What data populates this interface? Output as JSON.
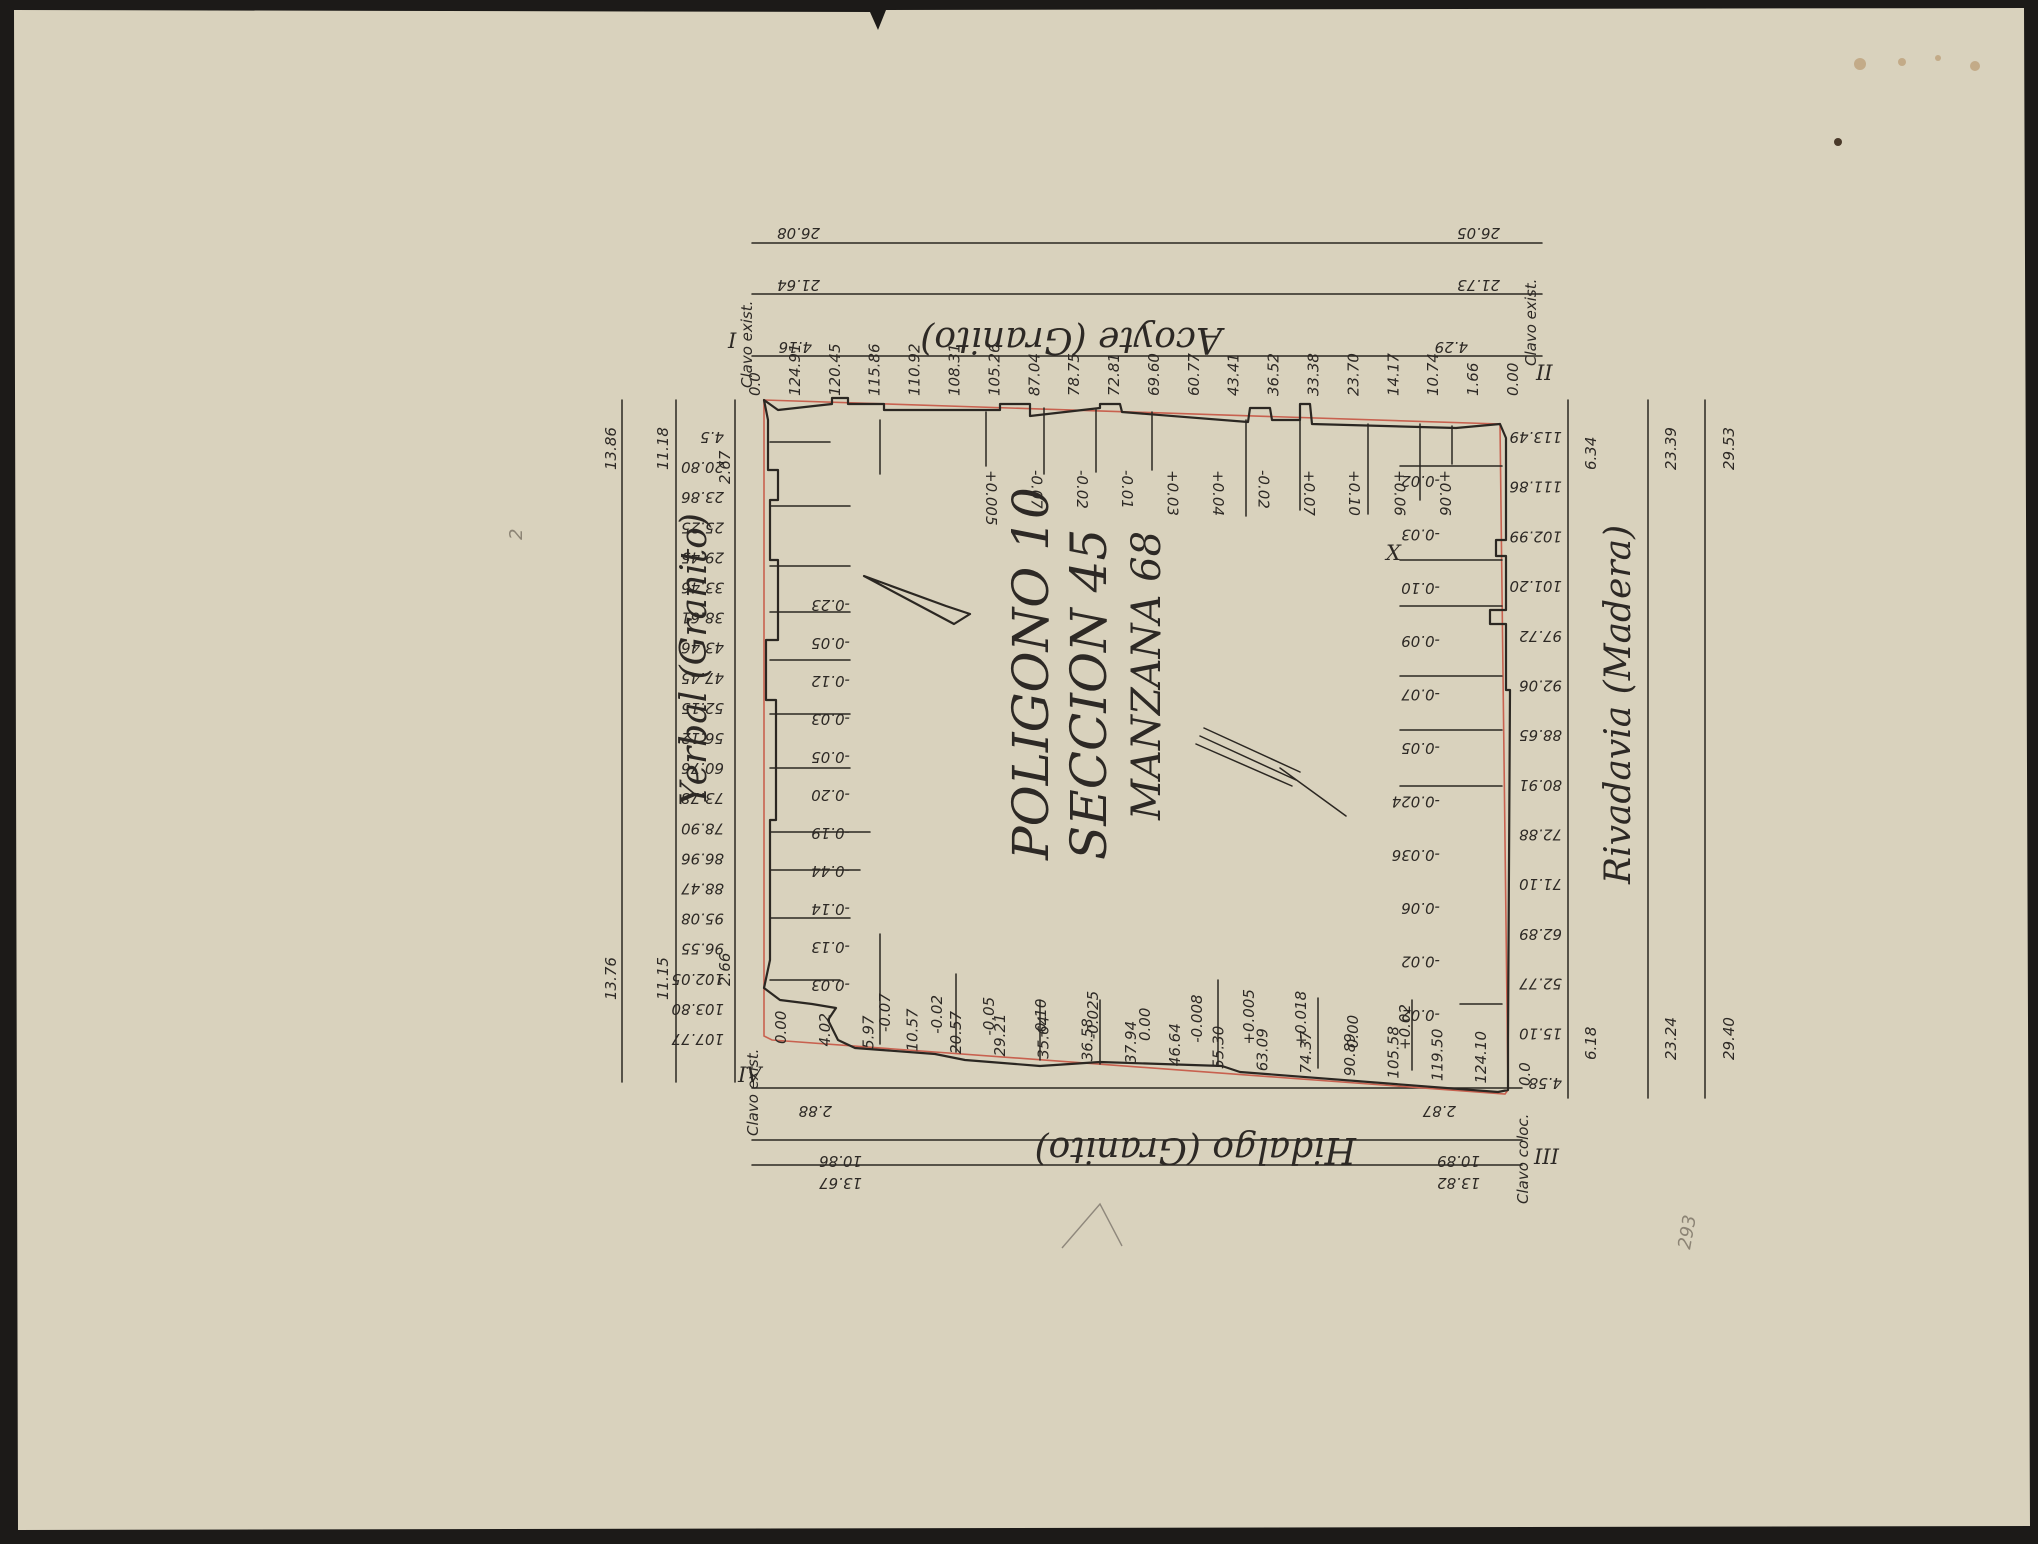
{
  "block": {
    "poligono": "POLIGONO 10",
    "seccion": "SECCION 45",
    "manzana": "MANZANA 68"
  },
  "streets": {
    "acoyte": "Acoyte (Granito)",
    "yerbal": "Yerbal (Granito)",
    "rivadavia": "Rivadavia (Madera)",
    "hidalgo": "Hidalgo (Granito)"
  },
  "corners": {
    "c1": {
      "roman": "I",
      "note": "Clavo exist."
    },
    "c2": {
      "roman": "II",
      "note": "Clavo exist."
    },
    "c3": {
      "roman": "III",
      "note": "Clavo coloc."
    },
    "c4": {
      "roman": "IV",
      "note": "Clavo exist."
    }
  },
  "widths": {
    "acoyte": [
      "26.08",
      "21.64",
      "26.05",
      "21.73",
      "4.16",
      "4.29"
    ],
    "yerbal": [
      "13.86",
      "11.18",
      "2.67",
      "13.76",
      "11.15",
      "2.66"
    ],
    "rivadavia": [
      "6.34",
      "23.39",
      "29.53",
      "6.18",
      "23.24",
      "29.40"
    ],
    "hidalgo": [
      "2.88",
      "10.86",
      "13.67",
      "2.87",
      "10.89",
      "13.82"
    ]
  },
  "measures": {
    "acoyte": [
      "0.0",
      "124.91",
      "120.45",
      "115.86",
      "110.92",
      "108.31",
      "105.26",
      "87.04",
      "78.75",
      "72.81",
      "69.60",
      "60.77",
      "43.41",
      "36.52",
      "33.38",
      "23.70",
      "14.17",
      "10.74",
      "1.66",
      "0.00"
    ],
    "acoyte_off": [
      "+0.005",
      "-0.07",
      "-0.02",
      "-0.01",
      "+0.03",
      "+0.04",
      "-0.02",
      "+0.07",
      "+0.10",
      "+0.06",
      "+0.06"
    ],
    "yerbal": [
      "4.5",
      "20.80",
      "23.86",
      "25.25",
      "29.45",
      "33.46",
      "38.61",
      "43.46",
      "47.45",
      "52.15",
      "56.12",
      "60.76",
      "73.78",
      "78.90",
      "86.96",
      "88.47",
      "95.08",
      "96.55",
      "102.05",
      "103.80",
      "107.77"
    ],
    "yerbal_off": [
      "-0.23",
      "-0.05",
      "-0.12",
      "-0.03",
      "-0.05",
      "-0.20",
      "-0.19",
      "-0.44",
      "-0.14",
      "-0.13",
      "-0.03"
    ],
    "rivadavia": [
      "113.49",
      "111.86",
      "102.99",
      "101.20",
      "97.72",
      "92.06",
      "88.65",
      "80.91",
      "72.88",
      "71.10",
      "62.89",
      "52.77",
      "15.10",
      "4.58"
    ],
    "rivadavia_off": [
      "-0.02",
      "-0.03",
      "-0.10",
      "-0.09",
      "-0.07",
      "-0.05",
      "-0.024",
      "-0.036",
      "-0.06",
      "-0.02",
      "-0.02"
    ],
    "hidalgo": [
      "0.00",
      "4.02",
      "5.97",
      "10.57",
      "20.57",
      "29.21",
      "35.64",
      "36.58",
      "37.94",
      "46.64",
      "55.30",
      "63.09",
      "74.37",
      "90.89",
      "105.58",
      "119.50",
      "124.10",
      "0.0"
    ],
    "hidalgo_off": [
      "-0.07",
      "-0.02",
      "-0.05",
      "-0.10",
      "-0.025",
      "0.00",
      "-0.008",
      "+0.005",
      "+0.018",
      "0.00",
      "+0.02"
    ]
  },
  "marks": {
    "cross": "X",
    "pencil_1": "2",
    "pencil_2": "293"
  }
}
